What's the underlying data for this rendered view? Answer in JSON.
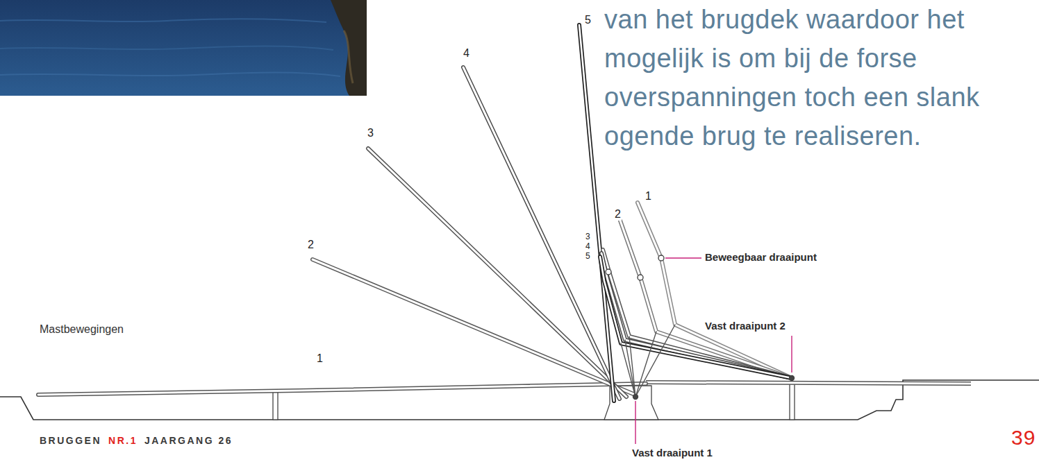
{
  "diagram": {
    "labels": [
      "van het brugdek waardoor het mogelijk is om bij de forse overspanningen toch een slank ogende brug te realiseren.",
      "5",
      "4",
      "3",
      "2",
      "1",
      "1",
      "2",
      "3",
      "4",
      "5",
      "Beweegbaar draaipunt",
      "Mastbewegingen",
      "Vast draaipunt 2",
      "Vast draaipunt 1",
      "BRUGGEN",
      "NR.1",
      "JAARGANG 26",
      "39"
    ]
  }
}
